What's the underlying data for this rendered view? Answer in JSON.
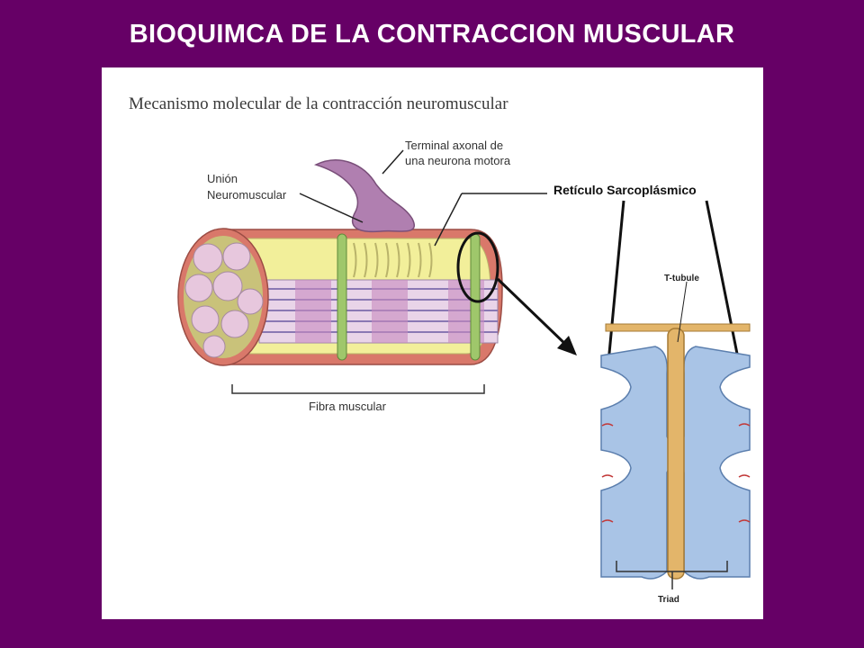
{
  "slide": {
    "title": "BIOQUIMCA DE LA CONTRACCION MUSCULAR"
  },
  "figure": {
    "heading": "Mecanismo molecular de la contracción neuromuscular",
    "labels": {
      "axon_terminal_line1": "Terminal axonal de",
      "axon_terminal_line2": "una neurona motora",
      "junction_line1": "Unión",
      "junction_line2": "Neuromuscular",
      "sarcoplasmic_reticulum": "Retículo Sarcoplásmico",
      "t_tubule": "T-tubule",
      "muscle_fiber": "Fibra muscular",
      "triad": "Triad"
    }
  },
  "colors": {
    "background": "#660066",
    "panel": "#ffffff",
    "neuron": "#b07fb0",
    "fiber_red": "#d9786a",
    "fiber_yellow": "#f2ef9a",
    "myofibril_pink": "#e7c7dd",
    "reticulum_blue": "#a9c4e6",
    "tubule_tan": "#e3b56a"
  }
}
